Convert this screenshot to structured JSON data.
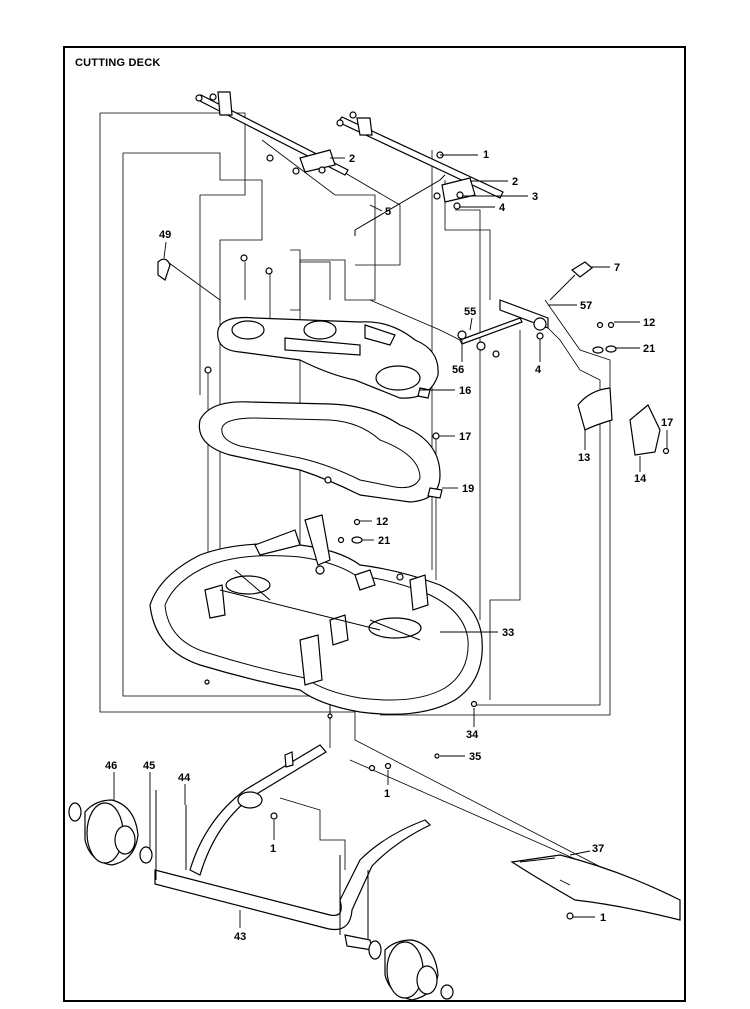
{
  "title": "CUTTING DECK",
  "callouts": {
    "c1a": "1",
    "c2a": "2",
    "c2b": "2",
    "c3": "3",
    "c4a": "4",
    "c5": "5",
    "c7": "7",
    "c49": "49",
    "c55": "55",
    "c57": "57",
    "c12a": "12",
    "c21a": "21",
    "c56": "56",
    "c4b": "4",
    "c16": "16",
    "c13": "13",
    "c17a": "17",
    "c17b": "17",
    "c14": "14",
    "c19": "19",
    "c12b": "12",
    "c21b": "21",
    "c33": "33",
    "c34": "34",
    "c35": "35",
    "c1b": "1",
    "c46": "46",
    "c45": "45",
    "c44": "44",
    "c1c": "1",
    "c37": "37",
    "c43": "43",
    "c1d": "1"
  }
}
